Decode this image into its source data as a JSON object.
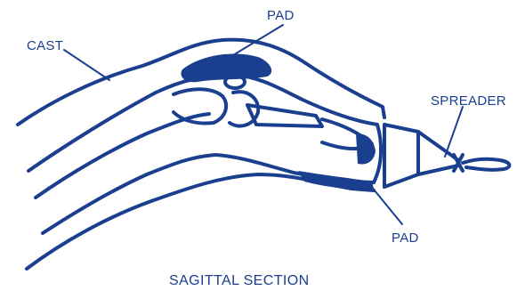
{
  "diagram": {
    "labels": {
      "pad_top": "PAD",
      "cast": "CAST",
      "spreader": "SPREADER",
      "pad_bottom": "PAD"
    },
    "caption": "SAGITTAL SECTION"
  },
  "colors": {
    "ink": "#1a3f8f",
    "background": "#ffffff"
  }
}
